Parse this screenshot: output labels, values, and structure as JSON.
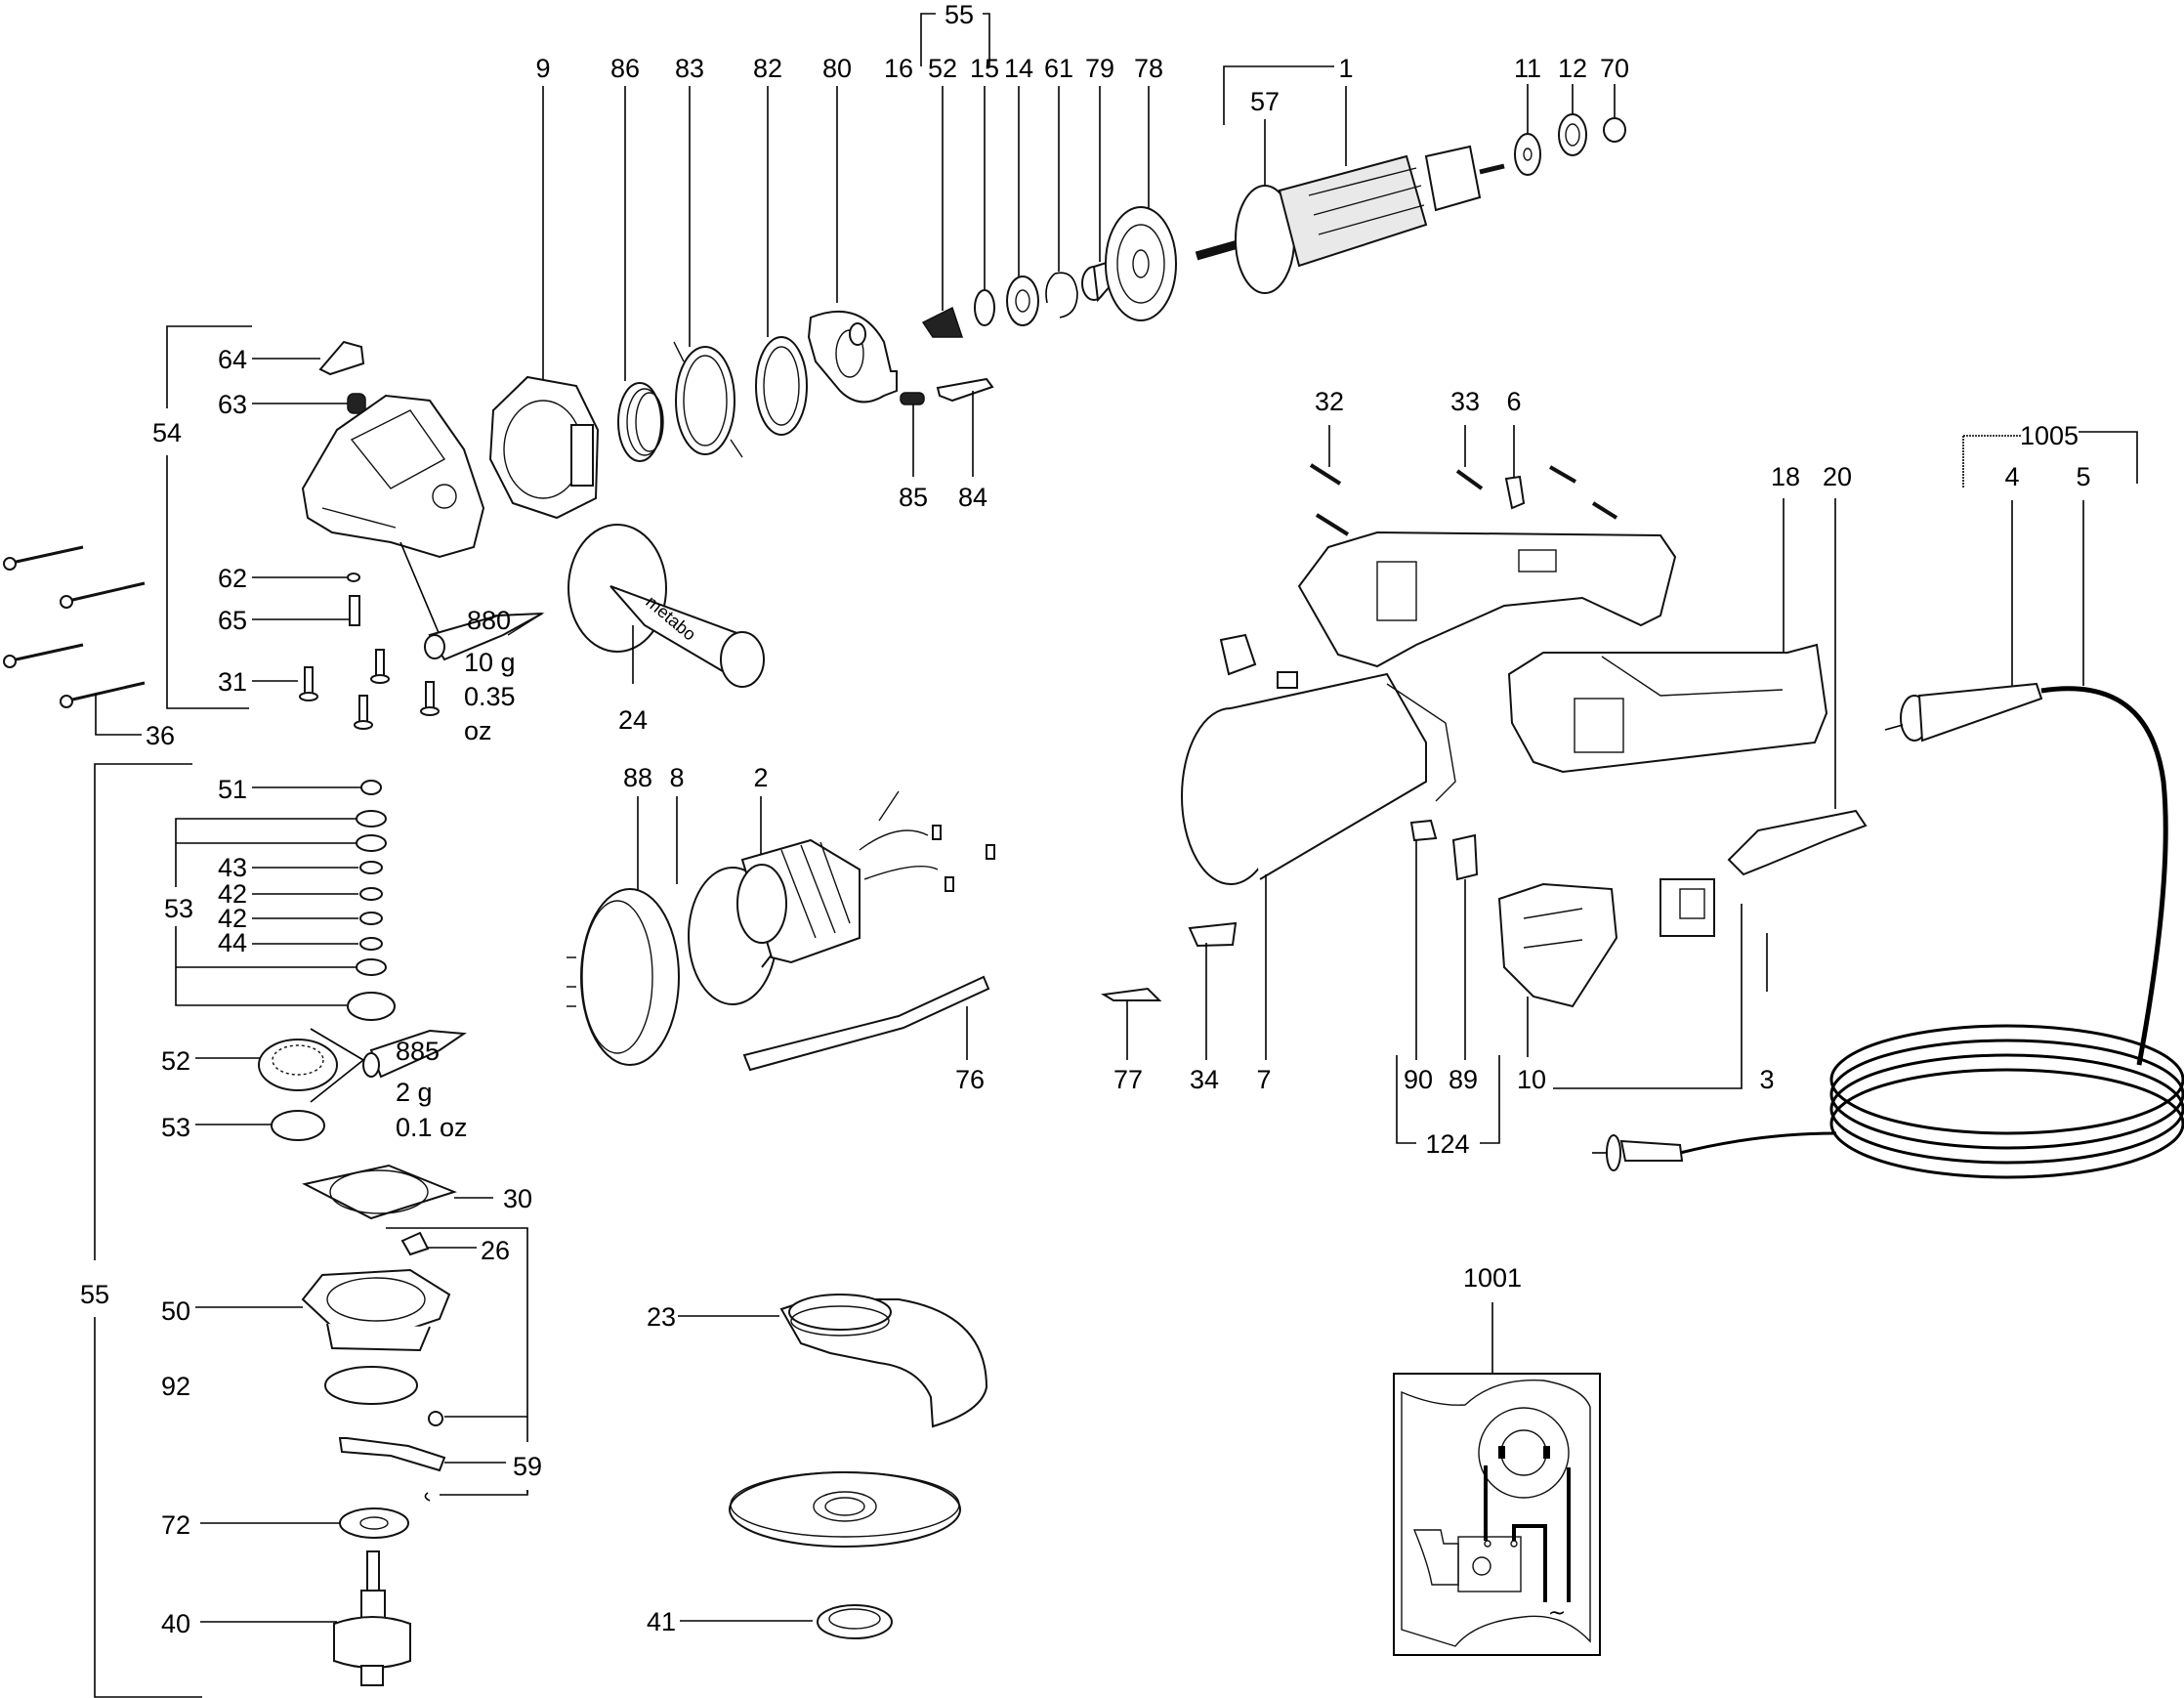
{
  "diagram": {
    "title": "Angle grinder exploded parts diagram",
    "brand_marking": "metabo",
    "parts": {
      "p9": "9",
      "p86": "86",
      "p83": "83",
      "p82": "82",
      "p80": "80",
      "p16": "16",
      "p52top": "52",
      "p15": "15",
      "p14": "14",
      "p61": "61",
      "p79": "79",
      "p78": "78",
      "p1": "1",
      "p57": "57",
      "p11": "11",
      "p12": "12",
      "p70": "70",
      "p55top": "55",
      "p64": "64",
      "p63": "63",
      "p54": "54",
      "p62": "62",
      "p65": "65",
      "p31": "31",
      "p36": "36",
      "p85": "85",
      "p84": "84",
      "p24": "24",
      "p32": "32",
      "p33": "33",
      "p6": "6",
      "p18": "18",
      "p20": "20",
      "p1005": "1005",
      "p4": "4",
      "p5": "5",
      "p51": "51",
      "p53a": "53",
      "p43": "43",
      "p42a": "42",
      "p42b": "42",
      "p44": "44",
      "p52": "52",
      "p53b": "53",
      "p30": "30",
      "p26": "26",
      "p50": "50",
      "p92": "92",
      "p59": "59",
      "p72": "72",
      "p40": "40",
      "p55": "55",
      "p88": "88",
      "p8": "8",
      "p2": "2",
      "p76": "76",
      "p77": "77",
      "p34": "34",
      "p7": "7",
      "p90": "90",
      "p89": "89",
      "p124": "124",
      "p10": "10",
      "p3": "3",
      "p23": "23",
      "p41": "41",
      "p1001": "1001"
    },
    "grease": [
      {
        "code": "880",
        "grams": "10 g",
        "ounces_value": "0.35",
        "ounces_unit": "oz"
      },
      {
        "code": "885",
        "grams": "2 g",
        "ounces": "0.1 oz"
      }
    ],
    "wiring_symbol": "~"
  }
}
